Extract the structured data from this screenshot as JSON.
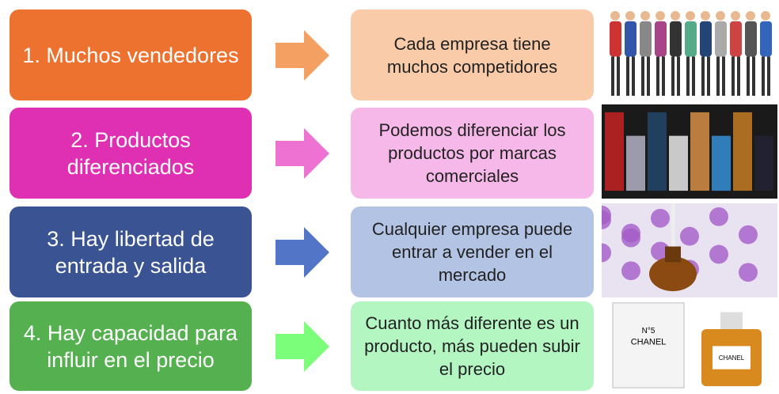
{
  "rows": [
    {
      "title": "1. Muchos vendedores",
      "description": "Cada empresa tiene muchos competidores",
      "image": "crowd-of-business-people",
      "colors": {
        "left": "#ED7230",
        "arrow": "#F4A062",
        "right": "#F9CBA9"
      }
    },
    {
      "title": "2. Productos diferenciados",
      "description": "Podemos diferenciar los productos por marcas comerciales",
      "image": "perfume-bottles-brands",
      "colors": {
        "left": "#DF30B3",
        "arrow": "#EE72D2",
        "right": "#F6B8E8"
      }
    },
    {
      "title": "3. Hay libertad de entrada y salida",
      "description": "Cualquier empresa puede entrar a vender en el mercado",
      "image": "essential-oil-lavender",
      "colors": {
        "left": "#3A5392",
        "arrow": "#5275C8",
        "right": "#B2C3E4"
      }
    },
    {
      "title": "4. Hay capacidad para influir en el precio",
      "description": "Cuanto más diferente es un producto, más pueden subir el precio",
      "image": "chanel-no5-perfume",
      "colors": {
        "left": "#55B050",
        "arrow": "#7BFF7B",
        "right": "#B3F6C2"
      }
    }
  ]
}
